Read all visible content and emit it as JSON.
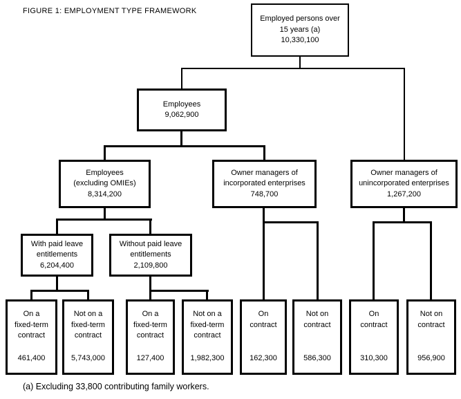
{
  "figure": {
    "title": "FIGURE 1: EMPLOYMENT TYPE FRAMEWORK",
    "footnote": "(a) Excluding 33,800 contributing family workers."
  },
  "colors": {
    "background": "#ffffff",
    "box_border": "#000000",
    "connector_line": "#000000",
    "text": "#000000"
  },
  "nodes": {
    "root": {
      "label": "Employed persons over\n15 years (a)",
      "value": "10,330,100"
    },
    "employees": {
      "label": "Employees",
      "value": "9,062,900"
    },
    "employees_excluding_omies": {
      "label": "Employees\n(excluding OMIEs)",
      "value": "8,314,200"
    },
    "owner_managers_incorporated": {
      "label": "Owner managers of\nincorporated enterprises",
      "value": "748,700"
    },
    "owner_managers_unincorporated": {
      "label": "Owner managers of\nunincorporated enterprises",
      "value": "1,267,200"
    },
    "with_paid_leave": {
      "label": "With paid leave\nentitlements",
      "value": "6,204,400"
    },
    "without_paid_leave": {
      "label": "Without paid leave\nentitlements",
      "value": "2,109,800"
    },
    "leaves": [
      {
        "label": "On a\nfixed-term\ncontract",
        "value": "461,400"
      },
      {
        "label": "Not on a\nfixed-term\ncontract",
        "value": "5,743,000"
      },
      {
        "label": "On a\nfixed-term\ncontract",
        "value": "127,400"
      },
      {
        "label": "Not on a\nfixed-term\ncontract",
        "value": "1,982,300"
      },
      {
        "label": "On\ncontract",
        "value": "162,300"
      },
      {
        "label": "Not on\ncontract",
        "value": "586,300"
      },
      {
        "label": "On\ncontract",
        "value": "310,300"
      },
      {
        "label": "Not on\ncontract",
        "value": "956,900"
      }
    ]
  }
}
